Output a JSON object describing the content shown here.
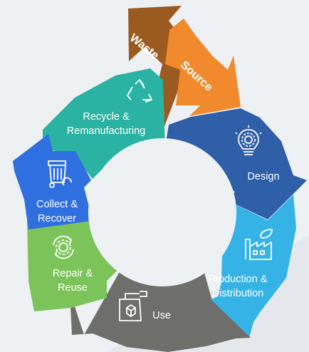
{
  "diagram": {
    "segments": [
      {
        "id": "waste",
        "lines": [
          "Waste"
        ],
        "color": "#9b5a1f",
        "icon": "none"
      },
      {
        "id": "source",
        "lines": [
          "Source"
        ],
        "color": "#f08a2c",
        "icon": "none"
      },
      {
        "id": "design",
        "lines": [
          "Design"
        ],
        "color": "#2f5fa8",
        "icon": "lightbulb-gear-icon"
      },
      {
        "id": "production",
        "lines": [
          "Production &",
          "Distribution"
        ],
        "color": "#35b3e6",
        "icon": "factory-leaf-icon"
      },
      {
        "id": "use",
        "lines": [
          "Use"
        ],
        "color": "#6e6e6a",
        "icon": "shopping-bag-hand-icon"
      },
      {
        "id": "repair",
        "lines": [
          "Repair &",
          "Reuse"
        ],
        "color": "#7cc35a",
        "icon": "gear-cycle-icon"
      },
      {
        "id": "collect",
        "lines": [
          "Collect &",
          "Recover"
        ],
        "color": "#2f6fe0",
        "icon": "recycling-bin-icon"
      },
      {
        "id": "recycle",
        "lines": [
          "Recycle &",
          "Remanufacturing"
        ],
        "color": "#2ab3a2",
        "icon": "recycle-icon"
      }
    ]
  }
}
